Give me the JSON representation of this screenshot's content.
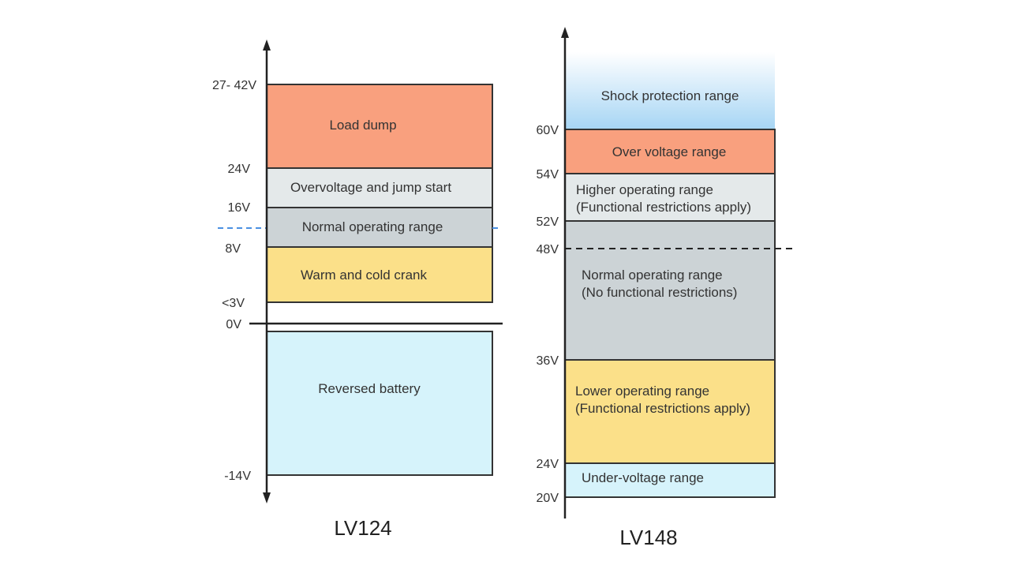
{
  "chart_data": [
    {
      "type": "diagram",
      "title": "LV124",
      "axis": "voltage",
      "tick_labels": [
        "27- 42V",
        "24V",
        "16V",
        "8V",
        "<3V",
        "0V",
        "-14V"
      ],
      "ranges": [
        {
          "label": "Load dump",
          "from": "24V",
          "to": "27-42V",
          "color": "#f9a07e"
        },
        {
          "label": "Overvoltage and jump start",
          "from": "16V",
          "to": "24V",
          "color": "#e4e9ea"
        },
        {
          "label": "Normal operating range",
          "from": "8V",
          "to": "16V",
          "color": "#ccd3d6"
        },
        {
          "label": "Warm and cold crank",
          "from": "<3V",
          "to": "8V",
          "color": "#fbe089"
        },
        {
          "label": "Reversed battery",
          "from": "-14V",
          "to": "0V",
          "color": "#d6f3fb"
        }
      ],
      "reference_line": {
        "style": "dashed",
        "color": "#4a90e2",
        "between": [
          "8V",
          "16V"
        ]
      }
    },
    {
      "type": "diagram",
      "title": "LV148",
      "axis": "voltage",
      "tick_labels": [
        "60V",
        "54V",
        "52V",
        "48V",
        "36V",
        "24V",
        "20V"
      ],
      "ranges": [
        {
          "label": "Shock protection range",
          "sublabel": "",
          "from": "60V",
          "to": "",
          "color": "#aad8f5"
        },
        {
          "label": "Over voltage range",
          "sublabel": "",
          "from": "54V",
          "to": "60V",
          "color": "#f9a07e"
        },
        {
          "label": "Higher operating range",
          "sublabel": "(Functional restrictions apply)",
          "from": "52V",
          "to": "54V",
          "color": "#e4e9ea"
        },
        {
          "label": "Normal operating range",
          "sublabel": "(No functional restrictions)",
          "from": "36V",
          "to": "52V",
          "color": "#ccd3d6"
        },
        {
          "label": "Lower operating range",
          "sublabel": "(Functional restrictions apply)",
          "from": "24V",
          "to": "36V",
          "color": "#fbe089"
        },
        {
          "label": "Under-voltage range",
          "sublabel": "",
          "from": "20V",
          "to": "24V",
          "color": "#d6f3fb"
        }
      ],
      "reference_line": {
        "style": "dashed",
        "color": "#222222",
        "at": "48V"
      }
    }
  ]
}
